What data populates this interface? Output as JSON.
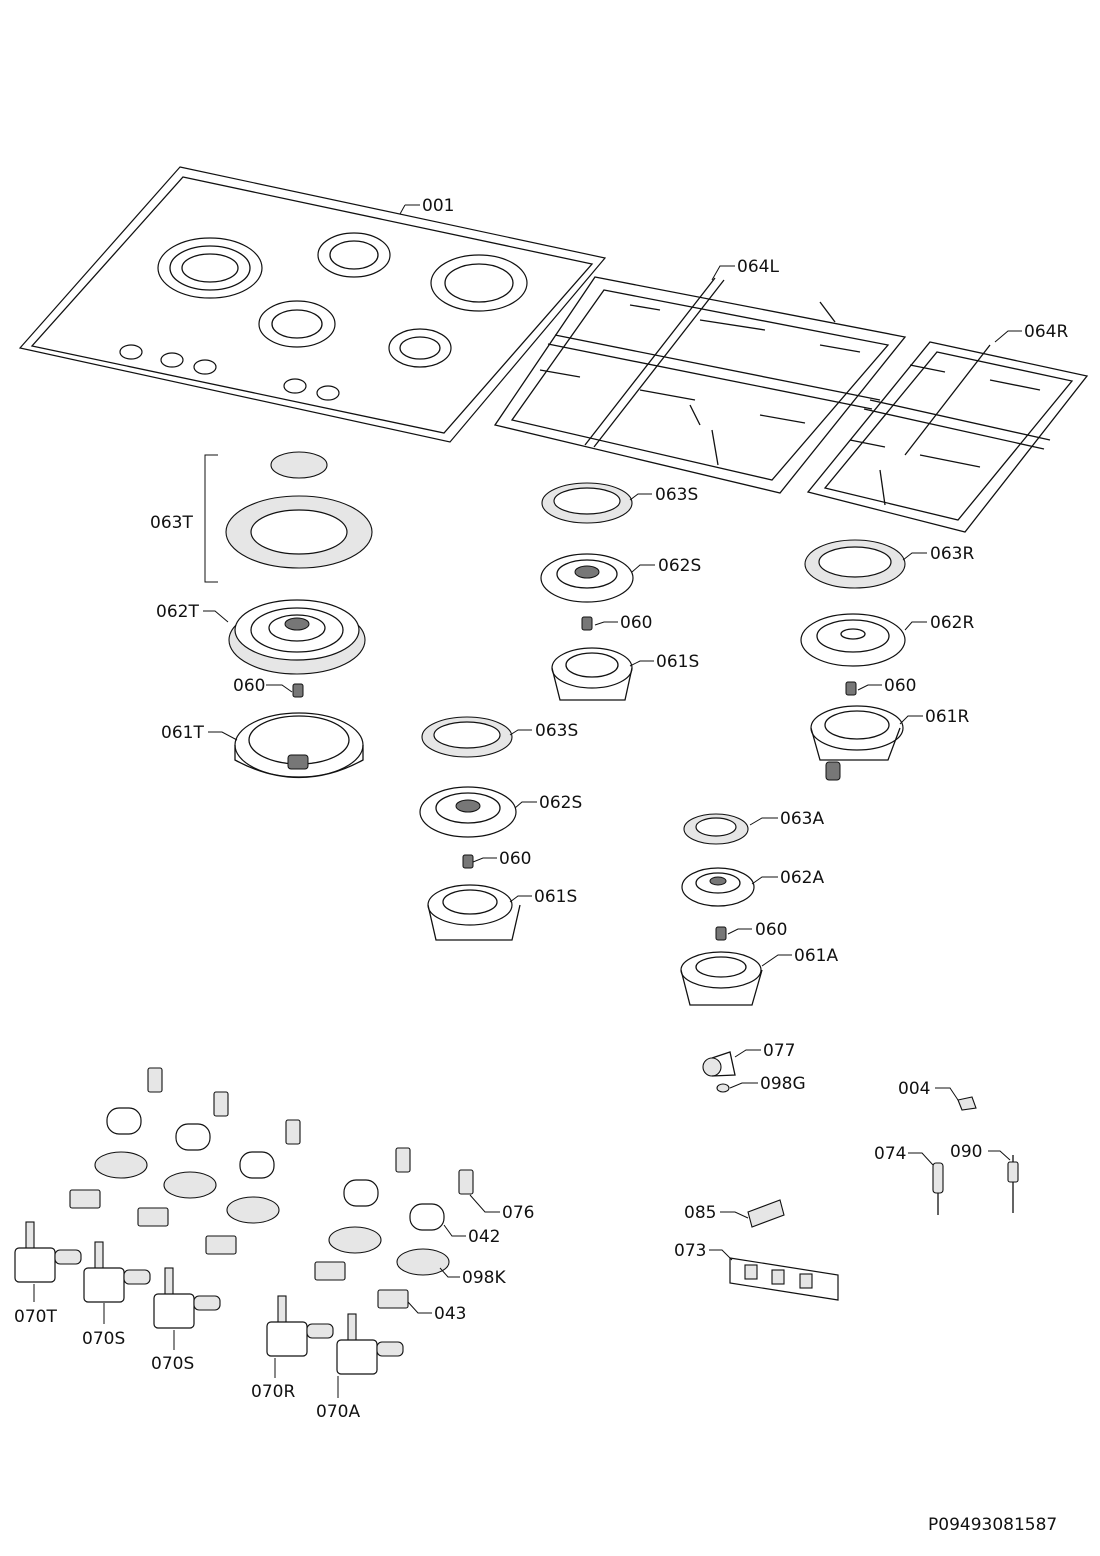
{
  "labels": {
    "p001": "001",
    "p064L": "064L",
    "p064R": "064R",
    "p063T": "063T",
    "p062T": "062T",
    "p060_t": "060",
    "p061T": "061T",
    "p063S_1": "063S",
    "p062S_1": "062S",
    "p060_s1": "060",
    "p061S_1": "061S",
    "p063R": "063R",
    "p062R": "062R",
    "p060_r": "060",
    "p061R": "061R",
    "p063S_2": "063S",
    "p062S_2": "062S",
    "p060_s2": "060",
    "p061S_2": "061S",
    "p063A": "063A",
    "p062A": "062A",
    "p060_a": "060",
    "p061A": "061A",
    "p077": "077",
    "p098G": "098G",
    "p004": "004",
    "p074": "074",
    "p090": "090",
    "p085": "085",
    "p073": "073",
    "p076": "076",
    "p042": "042",
    "p098K": "098K",
    "p043": "043",
    "p070T": "070T",
    "p070S_1": "070S",
    "p070S_2": "070S",
    "p070R": "070R",
    "p070A": "070A"
  },
  "document_id": "P09493081587"
}
